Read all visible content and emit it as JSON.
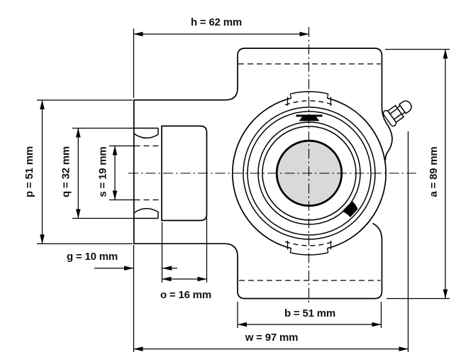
{
  "drawing": {
    "kind": "take-up bearing unit dimensional drawing",
    "colors": {
      "line": "#000000",
      "bore_fill": "#d9d9d9",
      "background": "#ffffff"
    },
    "dims": {
      "h": {
        "text": "h = 62 mm",
        "param": "h",
        "value": 62,
        "unit": "mm"
      },
      "p": {
        "text": "p = 51 mm",
        "param": "p",
        "value": 51,
        "unit": "mm"
      },
      "q": {
        "text": "q = 32 mm",
        "param": "q",
        "value": 32,
        "unit": "mm"
      },
      "s": {
        "text": "s = 19 mm",
        "param": "s",
        "value": 19,
        "unit": "mm"
      },
      "g": {
        "text": "g = 10 mm",
        "param": "g",
        "value": 10,
        "unit": "mm"
      },
      "o": {
        "text": "o = 16 mm",
        "param": "o",
        "value": 16,
        "unit": "mm"
      },
      "b": {
        "text": "b = 51 mm",
        "param": "b",
        "value": 51,
        "unit": "mm"
      },
      "w": {
        "text": "w = 97 mm",
        "param": "w",
        "value": 97,
        "unit": "mm"
      },
      "a": {
        "text": "a = 89 mm",
        "param": "a",
        "value": 89,
        "unit": "mm"
      }
    }
  }
}
